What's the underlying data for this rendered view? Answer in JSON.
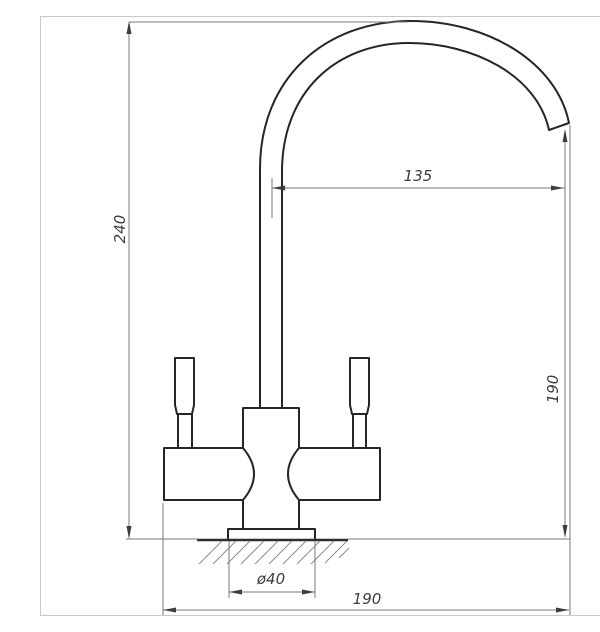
{
  "page": {
    "background": "#ffffff",
    "border_color": "#c9c9c9"
  },
  "drawing": {
    "subject": "two-handle-faucet-side-elevation",
    "outline_color": "#262626",
    "dim_line_color": "#7a7a7a",
    "text_color": "#3c3c3c",
    "labels": {
      "overall_height": "240",
      "spout_reach": "135",
      "spout_outlet_height": "190",
      "overall_depth": "190",
      "base_diameter": "ø40"
    }
  }
}
